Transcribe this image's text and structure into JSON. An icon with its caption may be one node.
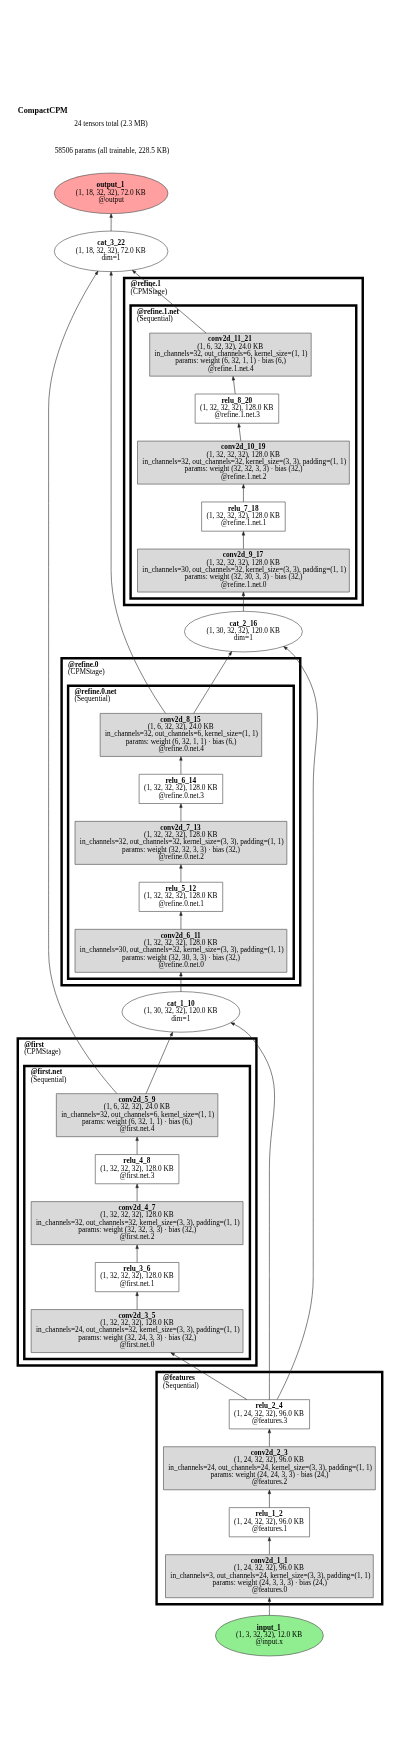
{
  "diagram": {
    "title": "CompactCPM",
    "labels": [
      "24 tensors total (2.3 MB)",
      "58506 params (all trainable, 228.5 KB)"
    ],
    "nodes": [
      {
        "text": [
          "output_1",
          "(1, 18, 32, 32), 72.0 KB",
          "@output"
        ]
      },
      {
        "text": [
          "cat_3_22",
          "(1, 18, 32, 32), 72.0 KB",
          "dim=1"
        ]
      },
      {
        "text": [
          "@refine.1",
          "(CPMStage)"
        ]
      },
      {
        "text": [
          "@refine.1.net",
          "(Sequential)"
        ],
        "in": 2
      },
      {
        "text": [
          "conv2d_11_21",
          "(1, 6, 32, 32), 24.0 KB",
          "in_channels=32, out_channels=6, kernel_size=(1, 1)",
          "params: weight (6, 32, 1, 1) · bias (6,)",
          "@refine.1.net.4"
        ],
        "in": 3
      },
      {
        "text": [
          "relu_8_20",
          "(1, 32, 32, 32), 128.0 KB",
          "@refine.1.net.3"
        ],
        "in": 3
      },
      {
        "text": [
          "conv2d_10_19",
          "(1, 32, 32, 32), 128.0 KB",
          "in_channels=32, out_channels=32, kernel_size=(3, 3), padding=(1, 1)",
          "params: weight (32, 32, 3, 3) · bias (32,)",
          "@refine.1.net.2"
        ],
        "in": 3
      },
      {
        "text": [
          "relu_7_18",
          "(1, 32, 32, 32), 128.0 KB",
          "@refine.1.net.1"
        ],
        "in": 3
      },
      {
        "text": [
          "conv2d_9_17",
          "(1, 32, 32, 32), 128.0 KB",
          "in_channels=30, out_channels=32, kernel_size=(3, 3), padding=(1, 1)",
          "params: weight (32, 30, 3, 3) · bias (32,)",
          "@refine.1.net.0"
        ],
        "in": 3
      },
      {
        "text": [
          "cat_2_16",
          "(1, 30, 32, 32), 120.0 KB",
          "dim=1"
        ]
      },
      {
        "text": [
          "@refine.0",
          "(CPMStage)"
        ]
      },
      {
        "text": [
          "@refine.0.net",
          "(Sequential)"
        ],
        "in": 10
      },
      {
        "text": [
          "conv2d_8_15",
          "(1, 6, 32, 32), 24.0 KB",
          "in_channels=32, out_channels=6, kernel_size=(1, 1)",
          "params: weight (6, 32, 1, 1) · bias (6,)",
          "@refine.0.net.4"
        ],
        "in": 11
      },
      {
        "text": [
          "relu_6_14",
          "(1, 32, 32, 32), 128.0 KB",
          "@refine.0.net.3"
        ],
        "in": 11
      },
      {
        "text": [
          "conv2d_7_13",
          "(1, 32, 32, 32), 128.0 KB",
          "in_channels=32, out_channels=32, kernel_size=(3, 3), padding=(1, 1)",
          "params: weight (32, 32, 3, 3) · bias (32,)",
          "@refine.0.net.2"
        ],
        "in": 11
      },
      {
        "text": [
          "relu_5_12",
          "(1, 32, 32, 32), 128.0 KB",
          "@refine.0.net.1"
        ],
        "in": 11
      },
      {
        "text": [
          "conv2d_6_11",
          "(1, 32, 32, 32), 128.0 KB",
          "in_channels=30, out_channels=32, kernel_size=(3, 3), padding=(1, 1)",
          "params: weight (32, 30, 3, 3) · bias (32,)",
          "@refine.0.net.0"
        ],
        "in": 11
      },
      {
        "text": [
          "cat_1_10",
          "(1, 30, 32, 32), 120.0 KB",
          "dim=1"
        ]
      },
      {
        "text": [
          "@first",
          "(CPMStage)"
        ]
      },
      {
        "text": [
          "@first.net",
          "(Sequential)"
        ],
        "in": 18
      },
      {
        "text": [
          "conv2d_5_9",
          "(1, 6, 32, 32), 24.0 KB",
          "in_channels=32, out_channels=6, kernel_size=(1, 1)",
          "params: weight (6, 32, 1, 1) · bias (6,)",
          "@first.net.4"
        ],
        "in": 19
      },
      {
        "text": [
          "relu_4_8",
          "(1, 32, 32, 32), 128.0 KB",
          "@first.net.3"
        ],
        "in": 19
      },
      {
        "text": [
          "conv2d_4_7",
          "(1, 32, 32, 32), 128.0 KB",
          "in_channels=32, out_channels=32, kernel_size=(3, 3), padding=(1, 1)",
          "params: weight (32, 32, 3, 3) · bias (32,)",
          "@first.net.2"
        ],
        "in": 19
      },
      {
        "text": [
          "relu_3_6",
          "(1, 32, 32, 32), 128.0 KB",
          "@first.net.1"
        ],
        "in": 19
      },
      {
        "text": [
          "conv2d_3_5",
          "(1, 32, 32, 32), 128.0 KB",
          "in_channels=24, out_channels=32, kernel_size=(3, 3), padding=(1, 1)",
          "params: weight (32, 24, 3, 3) · bias (32,)",
          "@first.net.0"
        ],
        "in": 19
      },
      {
        "text": [
          "@features",
          "(Sequential)"
        ]
      },
      {
        "text": [
          "relu_2_4",
          "(1, 24, 32, 32), 96.0 KB",
          "@features.3"
        ],
        "in": 25
      },
      {
        "text": [
          "conv2d_2_3",
          "(1, 24, 32, 32), 96.0 KB",
          "in_channels=24, out_channels=24, kernel_size=(3, 3), padding=(1, 1)",
          "params: weight (24, 24, 3, 3) · bias (24,)",
          "@features.2"
        ],
        "in": 25
      },
      {
        "text": [
          "relu_1_2",
          "(1, 24, 32, 32), 96.0 KB",
          "@features.1"
        ],
        "in": 25
      },
      {
        "text": [
          "conv2d_1_1",
          "(1, 24, 32, 32), 96.0 KB",
          "in_channels=3, out_channels=24, kernel_size=(3, 3), padding=(1, 1)",
          "params: weight (24, 3, 3, 3) · bias (24,)",
          "@features.0"
        ],
        "in": 25
      },
      {
        "text": [
          "input_1",
          "(1, 3, 32, 32), 12.0 KB",
          "@input.x"
        ]
      }
    ],
    "edges": [
      {
        "from": 30,
        "to": 29,
        "arrow": "to"
      },
      {
        "from": 29,
        "to": 28,
        "arrow": "to"
      },
      {
        "from": 28,
        "to": 27,
        "arrow": "to"
      },
      {
        "from": 27,
        "to": 26,
        "arrow": "to"
      },
      {
        "from": 26,
        "to": 24,
        "arrow": "to"
      },
      {
        "from": 26,
        "to": 17,
        "arrow": "to"
      },
      {
        "from": 26,
        "to": 9,
        "arrow": "to"
      },
      {
        "from": 24,
        "to": 23,
        "arrow": "to"
      },
      {
        "from": 23,
        "to": 22,
        "arrow": "to"
      },
      {
        "from": 22,
        "to": 21,
        "arrow": "to"
      },
      {
        "from": 21,
        "to": 20,
        "arrow": "to"
      },
      {
        "from": 20,
        "to": 17,
        "arrow": "to"
      },
      {
        "from": 20,
        "to": 1,
        "arrow": "to"
      },
      {
        "from": 17,
        "to": 16,
        "arrow": "to"
      },
      {
        "from": 16,
        "to": 15,
        "arrow": "to"
      },
      {
        "from": 15,
        "to": 14,
        "arrow": "to"
      },
      {
        "from": 14,
        "to": 13,
        "arrow": "to"
      },
      {
        "from": 13,
        "to": 12,
        "arrow": "to"
      },
      {
        "from": 12,
        "to": 9,
        "arrow": "to"
      },
      {
        "from": 12,
        "to": 1,
        "arrow": "to"
      },
      {
        "from": 9,
        "to": 8,
        "arrow": "to"
      },
      {
        "from": 8,
        "to": 7,
        "arrow": "to"
      },
      {
        "from": 7,
        "to": 6,
        "arrow": "to"
      },
      {
        "from": 6,
        "to": 5,
        "arrow": "to"
      },
      {
        "from": 5,
        "to": 4,
        "arrow": "to"
      },
      {
        "from": 4,
        "to": 1,
        "arrow": "to"
      },
      {
        "from": 1,
        "to": 0,
        "arrow": "to"
      }
    ]
  }
}
